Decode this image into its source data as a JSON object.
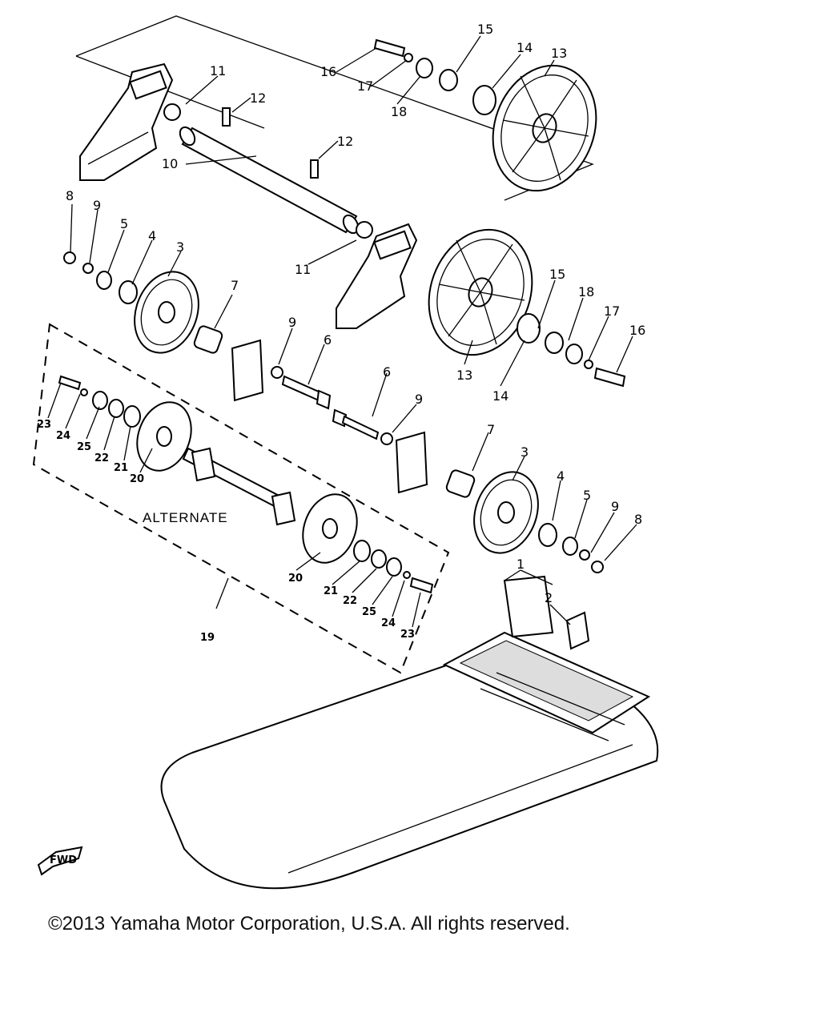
{
  "diagram": {
    "labels": [
      "1",
      "2",
      "3",
      "4",
      "5",
      "6",
      "7",
      "8",
      "9",
      "10",
      "11",
      "12",
      "13",
      "14",
      "15",
      "16",
      "17",
      "18",
      "19",
      "20",
      "21",
      "22",
      "23",
      "24",
      "25"
    ],
    "note": "ALTERNATE",
    "fwd_badge": "FWD"
  },
  "footer": {
    "copyright": "©2013 Yamaha Motor Corporation, U.S.A. All rights reserved."
  }
}
